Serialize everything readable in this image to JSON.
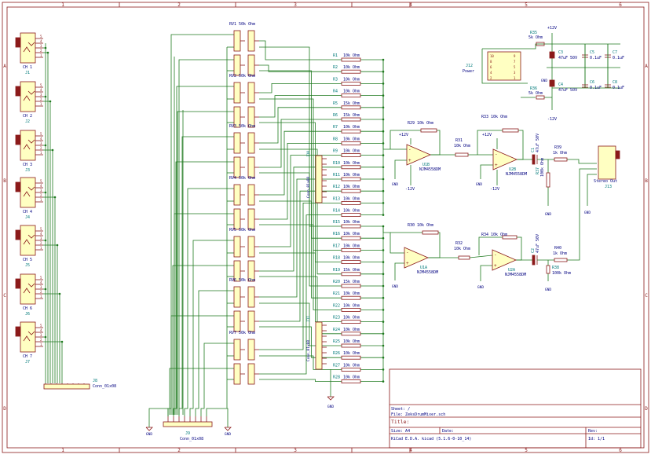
{
  "border": {
    "cols": [
      "1",
      "2",
      "3",
      "4",
      "5",
      "6"
    ],
    "rows": [
      "A",
      "B",
      "C",
      "D"
    ]
  },
  "channels": [
    {
      "label": "CH 1",
      "ref": "J1"
    },
    {
      "label": "CH 2",
      "ref": "J2"
    },
    {
      "label": "CH 3",
      "ref": "J3"
    },
    {
      "label": "CH 4",
      "ref": "J4"
    },
    {
      "label": "CH 5",
      "ref": "J5"
    },
    {
      "label": "CH 6",
      "ref": "J6"
    },
    {
      "label": "CH 7",
      "ref": "J7"
    }
  ],
  "jack_pins": [
    "5",
    "4",
    "3",
    "2",
    "1"
  ],
  "conn_j8": {
    "ref": "J8",
    "value": "Conn_01x08"
  },
  "conn_j9": {
    "ref": "J9",
    "value": "Conn_01x08"
  },
  "gnd": "GND",
  "pots": [
    {
      "label": "RV1 50k Ohm"
    },
    {
      "label": "RV2 50k Ohm"
    },
    {
      "label": "RV3 50k Ohm"
    },
    {
      "label": "RV4 50k Ohm"
    },
    {
      "label": "RV5 50k Ohm"
    },
    {
      "label": "RV6 50k Ohm"
    },
    {
      "label": "RV7 50k Ohm"
    }
  ],
  "resistors": [
    {
      "ref": "R1",
      "value": "10k Ohm"
    },
    {
      "ref": "R2",
      "value": "10k Ohm"
    },
    {
      "ref": "R3",
      "value": "10k Ohm"
    },
    {
      "ref": "R4",
      "value": "10k Ohm"
    },
    {
      "ref": "R5",
      "value": "15k Ohm"
    },
    {
      "ref": "R6",
      "value": "15k Ohm"
    },
    {
      "ref": "R7",
      "value": "10k Ohm"
    },
    {
      "ref": "R8",
      "value": "10k Ohm"
    },
    {
      "ref": "R9",
      "value": "10k Ohm"
    },
    {
      "ref": "R10",
      "value": "10k Ohm"
    },
    {
      "ref": "R11",
      "value": "10k Ohm"
    },
    {
      "ref": "R12",
      "value": "10k Ohm"
    },
    {
      "ref": "R13",
      "value": "10k Ohm"
    },
    {
      "ref": "R14",
      "value": "10k Ohm"
    },
    {
      "ref": "R15",
      "value": "10k Ohm"
    },
    {
      "ref": "R16",
      "value": "10k Ohm"
    },
    {
      "ref": "R17",
      "value": "10k Ohm"
    },
    {
      "ref": "R18",
      "value": "10k Ohm"
    },
    {
      "ref": "R19",
      "value": "15k Ohm"
    },
    {
      "ref": "R20",
      "value": "15k Ohm"
    },
    {
      "ref": "R21",
      "value": "10k Ohm"
    },
    {
      "ref": "R22",
      "value": "10k Ohm"
    },
    {
      "ref": "R23",
      "value": "10k Ohm"
    },
    {
      "ref": "R24",
      "value": "10k Ohm"
    },
    {
      "ref": "R25",
      "value": "10k Ohm"
    },
    {
      "ref": "R26",
      "value": "10k Ohm"
    },
    {
      "ref": "R27",
      "value": "10k Ohm"
    },
    {
      "ref": "R28",
      "value": "10k Ohm"
    }
  ],
  "conn_j10": {
    "ref": "J10",
    "value": "Conn_01x08"
  },
  "conn_j11": {
    "ref": "J11",
    "value": "Conn_01x08"
  },
  "opamps": {
    "u1b": {
      "ref": "U1B",
      "part": "NJM4558DM"
    },
    "u2b": {
      "ref": "U2B",
      "part": "NJM4558DM"
    },
    "u1a": {
      "ref": "U1A",
      "part": "NJM4558DM"
    },
    "u2a": {
      "ref": "U2A",
      "part": "NJM4558DM"
    }
  },
  "rails": {
    "pos": "+12V",
    "neg": "-12V"
  },
  "feedback": {
    "r29": "R29  10k Ohm",
    "r33": "R33  10k Ohm",
    "r30": "R30  10k Ohm",
    "r34": "R34  10k Ohm",
    "r31": "R31",
    "r31v": "10k Ohm",
    "r32": "R32",
    "r32v": "10k Ohm"
  },
  "output": {
    "c1": "C1",
    "c1v": "47uF 50V",
    "c2": "C2",
    "c2v": "47uF 50V",
    "r39": "R39",
    "r39v": "1k Ohm",
    "r40": "R40",
    "r40v": "1k Ohm",
    "r37": "R37",
    "r37v": "100k Ohm",
    "r38": "R38",
    "r38v": "100k Ohm",
    "jack": "Stereo Out",
    "jack_ref": "J13"
  },
  "power": {
    "conn_ref": "J12",
    "conn_name": "Power",
    "r35": "R35",
    "r35v": "5k Ohm",
    "r36": "R36",
    "r36v": "5k Ohm",
    "c3": "C3",
    "c3v": "47uF 50V",
    "c4": "C4",
    "c4v": "47uF 50V",
    "c5": "C5",
    "c5v": "0.1uF",
    "c6": "C6",
    "c6v": "0.1uF",
    "c7": "C7",
    "c7v": "0.1uF",
    "c8": "C8",
    "c8v": "0.1uF",
    "pins_left": [
      "10",
      "8",
      "6",
      "4",
      "2"
    ],
    "pins_right": [
      "9",
      "7",
      "5",
      "3",
      "1"
    ]
  },
  "title_block": {
    "sheet": "Sheet: /",
    "file": "File: ZeksDrumMixer.sch",
    "title": "Title:",
    "size": "Size: A4",
    "date": "Date:",
    "rev": "Rev:",
    "kicad": "KiCad E.D.A.  kicad (5.1.6-0-10_14)",
    "id": "Id: 1/1"
  },
  "colors": {
    "wire": "#1f7a1f",
    "part": "#8b1a1a",
    "fill": "#ffffc2",
    "ref": "#007a7a",
    "text": "#000080",
    "frame": "#8b1a1a"
  }
}
